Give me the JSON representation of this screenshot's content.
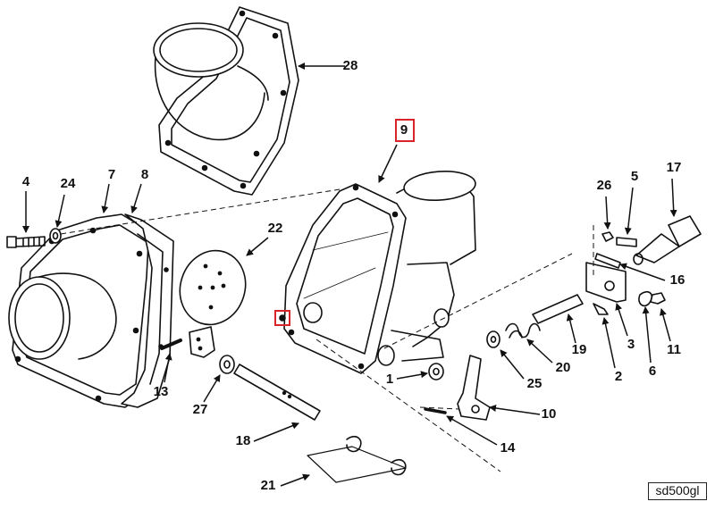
{
  "diagram": {
    "id_label": "sd500gl",
    "highlight_color": "#d8242a",
    "callouts": [
      {
        "key": "c28",
        "text": "28",
        "highlighted": false
      },
      {
        "key": "c9",
        "text": "9",
        "highlighted": true
      },
      {
        "key": "c4",
        "text": "4",
        "highlighted": false
      },
      {
        "key": "c24",
        "text": "24",
        "highlighted": false
      },
      {
        "key": "c7",
        "text": "7",
        "highlighted": false
      },
      {
        "key": "c8",
        "text": "8",
        "highlighted": false
      },
      {
        "key": "c22",
        "text": "22",
        "highlighted": false
      },
      {
        "key": "c13",
        "text": "13",
        "highlighted": false
      },
      {
        "key": "c27",
        "text": "27",
        "highlighted": false
      },
      {
        "key": "c18",
        "text": "18",
        "highlighted": false
      },
      {
        "key": "c21",
        "text": "21",
        "highlighted": false
      },
      {
        "key": "c1",
        "text": "1",
        "highlighted": false
      },
      {
        "key": "c14",
        "text": "14",
        "highlighted": false
      },
      {
        "key": "c10",
        "text": "10",
        "highlighted": false
      },
      {
        "key": "c25",
        "text": "25",
        "highlighted": false
      },
      {
        "key": "c20",
        "text": "20",
        "highlighted": false
      },
      {
        "key": "c19",
        "text": "19",
        "highlighted": false
      },
      {
        "key": "c2",
        "text": "2",
        "highlighted": false
      },
      {
        "key": "c6",
        "text": "6",
        "highlighted": false
      },
      {
        "key": "c3",
        "text": "3",
        "highlighted": false
      },
      {
        "key": "c11",
        "text": "11",
        "highlighted": false
      },
      {
        "key": "c16",
        "text": "16",
        "highlighted": false
      },
      {
        "key": "c26",
        "text": "26",
        "highlighted": false
      },
      {
        "key": "c5",
        "text": "5",
        "highlighted": false
      },
      {
        "key": "c17",
        "text": "17",
        "highlighted": false
      }
    ]
  }
}
